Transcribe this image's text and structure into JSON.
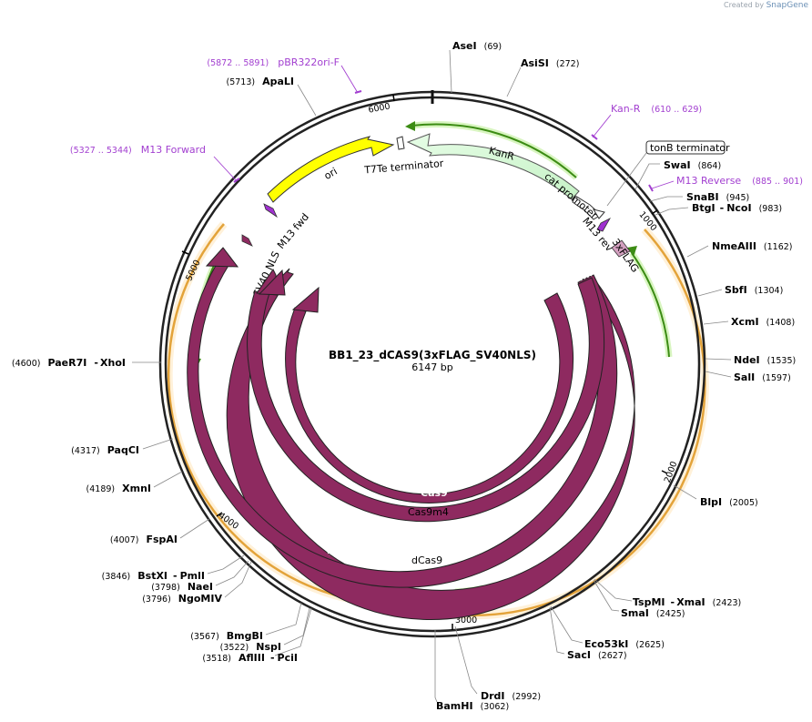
{
  "credit": {
    "prefix": "Created by",
    "brand": "SnapGene"
  },
  "plasmid": {
    "name": "BB1_23_dCAS9(3xFLAG_SV40NLS)",
    "size_label": "6147 bp",
    "length": 6147
  },
  "ticks": [
    "1000",
    "2000",
    "3000",
    "4000",
    "5000",
    "6000"
  ],
  "enzymes": [
    {
      "name": "AseI",
      "pos": "(69)"
    },
    {
      "name": "AsiSI",
      "pos": "(272)"
    },
    {
      "name": "SwaI",
      "pos": "(864)"
    },
    {
      "name": "SnaBI",
      "pos": "(945)"
    },
    {
      "name": "BtgI",
      "name2": "NcoI",
      "pos": "(983)"
    },
    {
      "name": "NmeAIII",
      "pos": "(1162)"
    },
    {
      "name": "SbfI",
      "pos": "(1304)"
    },
    {
      "name": "XcmI",
      "pos": "(1408)"
    },
    {
      "name": "NdeI",
      "pos": "(1535)"
    },
    {
      "name": "SalI",
      "pos": "(1597)"
    },
    {
      "name": "BlpI",
      "pos": "(2005)"
    },
    {
      "name": "TspMI",
      "name2": "XmaI",
      "pos": "(2423)"
    },
    {
      "name": "SmaI",
      "pos": "(2425)"
    },
    {
      "name": "Eco53kI",
      "pos": "(2625)"
    },
    {
      "name": "SacI",
      "pos": "(2627)"
    },
    {
      "name": "DrdI",
      "pos": "(2992)"
    },
    {
      "name": "BamHI",
      "pos": "(3062)"
    },
    {
      "name": "AflIII",
      "name2": "PciI",
      "pos": "(3518)"
    },
    {
      "name": "NspI",
      "pos": "(3522)"
    },
    {
      "name": "BmgBI",
      "pos": "(3567)"
    },
    {
      "name": "NgoMIV",
      "pos": "(3796)"
    },
    {
      "name": "NaeI",
      "pos": "(3798)"
    },
    {
      "name": "BstXI",
      "name2": "PmlI",
      "pos": "(3846)"
    },
    {
      "name": "FspAI",
      "pos": "(4007)"
    },
    {
      "name": "XmnI",
      "pos": "(4189)"
    },
    {
      "name": "PaqCI",
      "pos": "(4317)"
    },
    {
      "name": "PaeR7I",
      "name2": "XhoI",
      "pos": "(4600)"
    },
    {
      "name": "ApaLI",
      "pos": "(5713)"
    }
  ],
  "primers": [
    {
      "name": "pBR322ori-F",
      "pos": "(5872 .. 5891)"
    },
    {
      "name": "M13 Forward",
      "pos": "(5327 .. 5344)"
    },
    {
      "name": "Kan-R",
      "pos": "(610 .. 629)"
    },
    {
      "name": "M13 Reverse",
      "pos": "(885 .. 901)"
    }
  ],
  "features": {
    "kanr": "KanR",
    "ori": "ori",
    "t7te": "T7Te terminator",
    "tonb": "tonB terminator",
    "cat": "cat promoter",
    "m13fwd": "M13 fwd",
    "m13rev": "M13 rev",
    "flag": "3xFLAG",
    "sv40": "SV40 NLS",
    "cas9": "Cas9",
    "cas9m4": "Cas9m4",
    "dcas9": "dCas9"
  },
  "colors": {
    "backbone": "#222222",
    "cds": "#8e2a60",
    "kanr": "#c8f5c8",
    "ori": "#ffff00",
    "primer": "#a23fd0",
    "orf": "#f0b040",
    "orf_arrow": "#3c8c14"
  }
}
